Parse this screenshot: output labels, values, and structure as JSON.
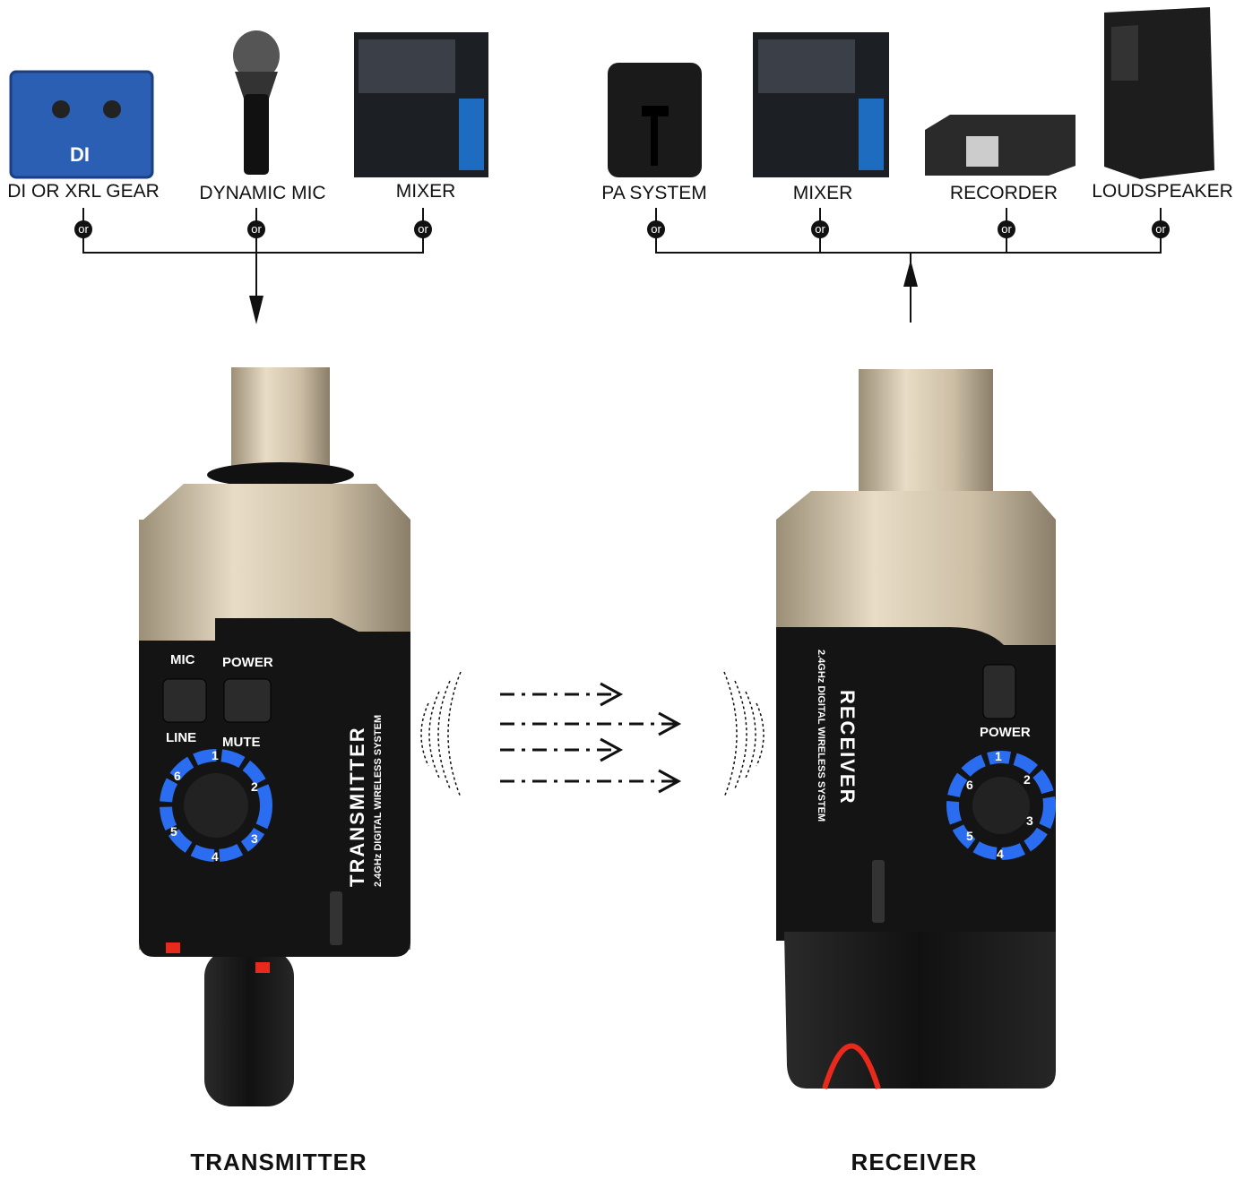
{
  "inputs": {
    "items": [
      {
        "label": "DI OR XRL GEAR",
        "icon": "di-box-icon",
        "badge": "DI"
      },
      {
        "label": "DYNAMIC MIC",
        "icon": "microphone-icon"
      },
      {
        "label": "MIXER",
        "icon": "mixer-icon"
      }
    ],
    "connector": "or"
  },
  "outputs": {
    "items": [
      {
        "label": "PA SYSTEM",
        "icon": "pa-speaker-icon"
      },
      {
        "label": "MIXER",
        "icon": "mixer-icon"
      },
      {
        "label": "RECORDER",
        "icon": "recorder-icon"
      },
      {
        "label": "LOUDSPEAKER",
        "icon": "loudspeaker-icon"
      }
    ],
    "connector": "or"
  },
  "transmitter": {
    "caption": "TRANSMITTER",
    "body_title": "TRANSMITTER",
    "body_subtitle": "2.4GHz DIGITAL WIRELESS SYSTEM",
    "switch1_top": "MIC",
    "switch1_bottom": "LINE",
    "switch2_top": "POWER",
    "switch2_bottom": "MUTE",
    "channels": [
      "1",
      "2",
      "3",
      "4",
      "5",
      "6"
    ]
  },
  "receiver": {
    "caption": "RECEIVER",
    "body_title": "RECEIVER",
    "body_subtitle": "2.4GHz DIGITAL WIRELESS SYSTEM",
    "switch_label": "POWER",
    "channels": [
      "1",
      "2",
      "3",
      "4",
      "5",
      "6"
    ]
  },
  "colors": {
    "dial_blue": "#2a6df0",
    "led_red": "#e8291c",
    "metal": "#cdbfa6",
    "body": "#141414"
  }
}
